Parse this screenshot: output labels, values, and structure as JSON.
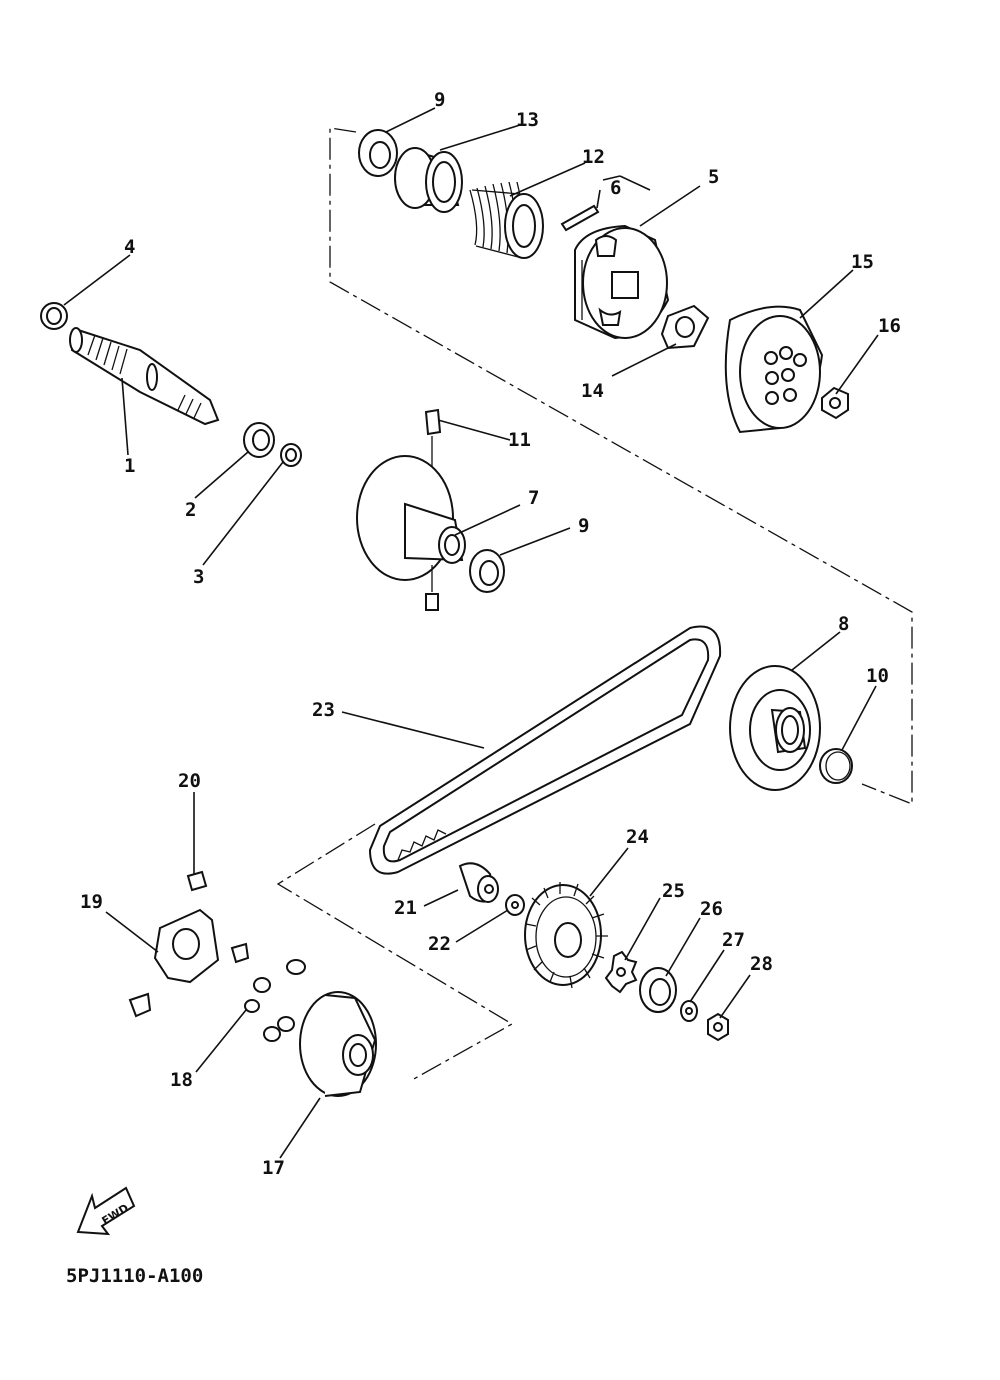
{
  "diagram": {
    "part_code": "5PJ1110-A100",
    "direction_label": "FWD",
    "callouts": {
      "c1": "1",
      "c2": "2",
      "c3": "3",
      "c4": "4",
      "c5": "5",
      "c6": "6",
      "c7": "7",
      "c8": "8",
      "c9a": "9",
      "c9b": "9",
      "c10": "10",
      "c11": "11",
      "c12": "12",
      "c13": "13",
      "c14": "14",
      "c15": "15",
      "c16": "16",
      "c17": "17",
      "c18": "18",
      "c19": "19",
      "c20": "20",
      "c21": "21",
      "c22": "22",
      "c23": "23",
      "c24": "24",
      "c25": "25",
      "c26": "26",
      "c27": "27",
      "c28": "28"
    }
  }
}
